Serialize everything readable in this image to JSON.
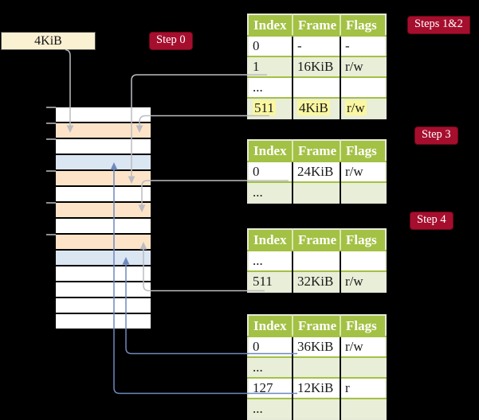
{
  "colors": {
    "background": "#000000",
    "table_header_green": "#a3c144",
    "table_row_shade": "#e9eed8",
    "highlight_yellow": "#fbf7a0",
    "label_crimson": "#a60e2e",
    "box_cream": "#faf0d2",
    "frame_peach": "#fde4c8",
    "frame_blue": "#dbe6f3",
    "connector_gray": "#bcbcc2",
    "connector_blue": "#6e89bd",
    "tick_gray": "#8f8f8f"
  },
  "page_size_box": {
    "label": "4KiB"
  },
  "labels": {
    "step0": "Step 0",
    "steps12": "Steps 1&2",
    "step3": "Step 3",
    "step4": "Step 4"
  },
  "memory_stack": {
    "rows": [
      "white",
      "peach",
      "white",
      "blue",
      "peach",
      "white",
      "peach",
      "white",
      "peach",
      "blue",
      "white",
      "white",
      "white",
      "white"
    ]
  },
  "tables": [
    {
      "id": "page-table-steps-1-2",
      "headers": [
        "Index",
        "Frame",
        "Flags"
      ],
      "rows": [
        {
          "cells": [
            "0",
            "-",
            "-"
          ],
          "shaded": false,
          "highlight": false
        },
        {
          "cells": [
            "1",
            "16KiB",
            "r/w"
          ],
          "shaded": true,
          "highlight": false
        },
        {
          "cells": [
            "...",
            "",
            ""
          ],
          "shaded": false,
          "highlight": false
        },
        {
          "cells": [
            "511",
            "4KiB",
            "r/w"
          ],
          "shaded": true,
          "highlight": true
        }
      ]
    },
    {
      "id": "page-table-step-3",
      "headers": [
        "Index",
        "Frame",
        "Flags"
      ],
      "rows": [
        {
          "cells": [
            "0",
            "24KiB",
            "r/w"
          ],
          "shaded": false,
          "highlight": false
        },
        {
          "cells": [
            "...",
            "",
            ""
          ],
          "shaded": true,
          "highlight": false
        }
      ]
    },
    {
      "id": "page-table-step-4",
      "headers": [
        "Index",
        "Frame",
        "Flags"
      ],
      "rows": [
        {
          "cells": [
            "...",
            "",
            ""
          ],
          "shaded": false,
          "highlight": false
        },
        {
          "cells": [
            "511",
            "32KiB",
            "r/w"
          ],
          "shaded": true,
          "highlight": false
        }
      ]
    },
    {
      "id": "page-table-final",
      "headers": [
        "Index",
        "Frame",
        "Flags"
      ],
      "rows": [
        {
          "cells": [
            "0",
            "36KiB",
            "r/w"
          ],
          "shaded": false,
          "highlight": false
        },
        {
          "cells": [
            "...",
            "",
            ""
          ],
          "shaded": true,
          "highlight": false
        },
        {
          "cells": [
            "127",
            "12KiB",
            "r"
          ],
          "shaded": false,
          "highlight": false
        },
        {
          "cells": [
            "...",
            "",
            ""
          ],
          "shaded": true,
          "highlight": false
        }
      ]
    }
  ]
}
